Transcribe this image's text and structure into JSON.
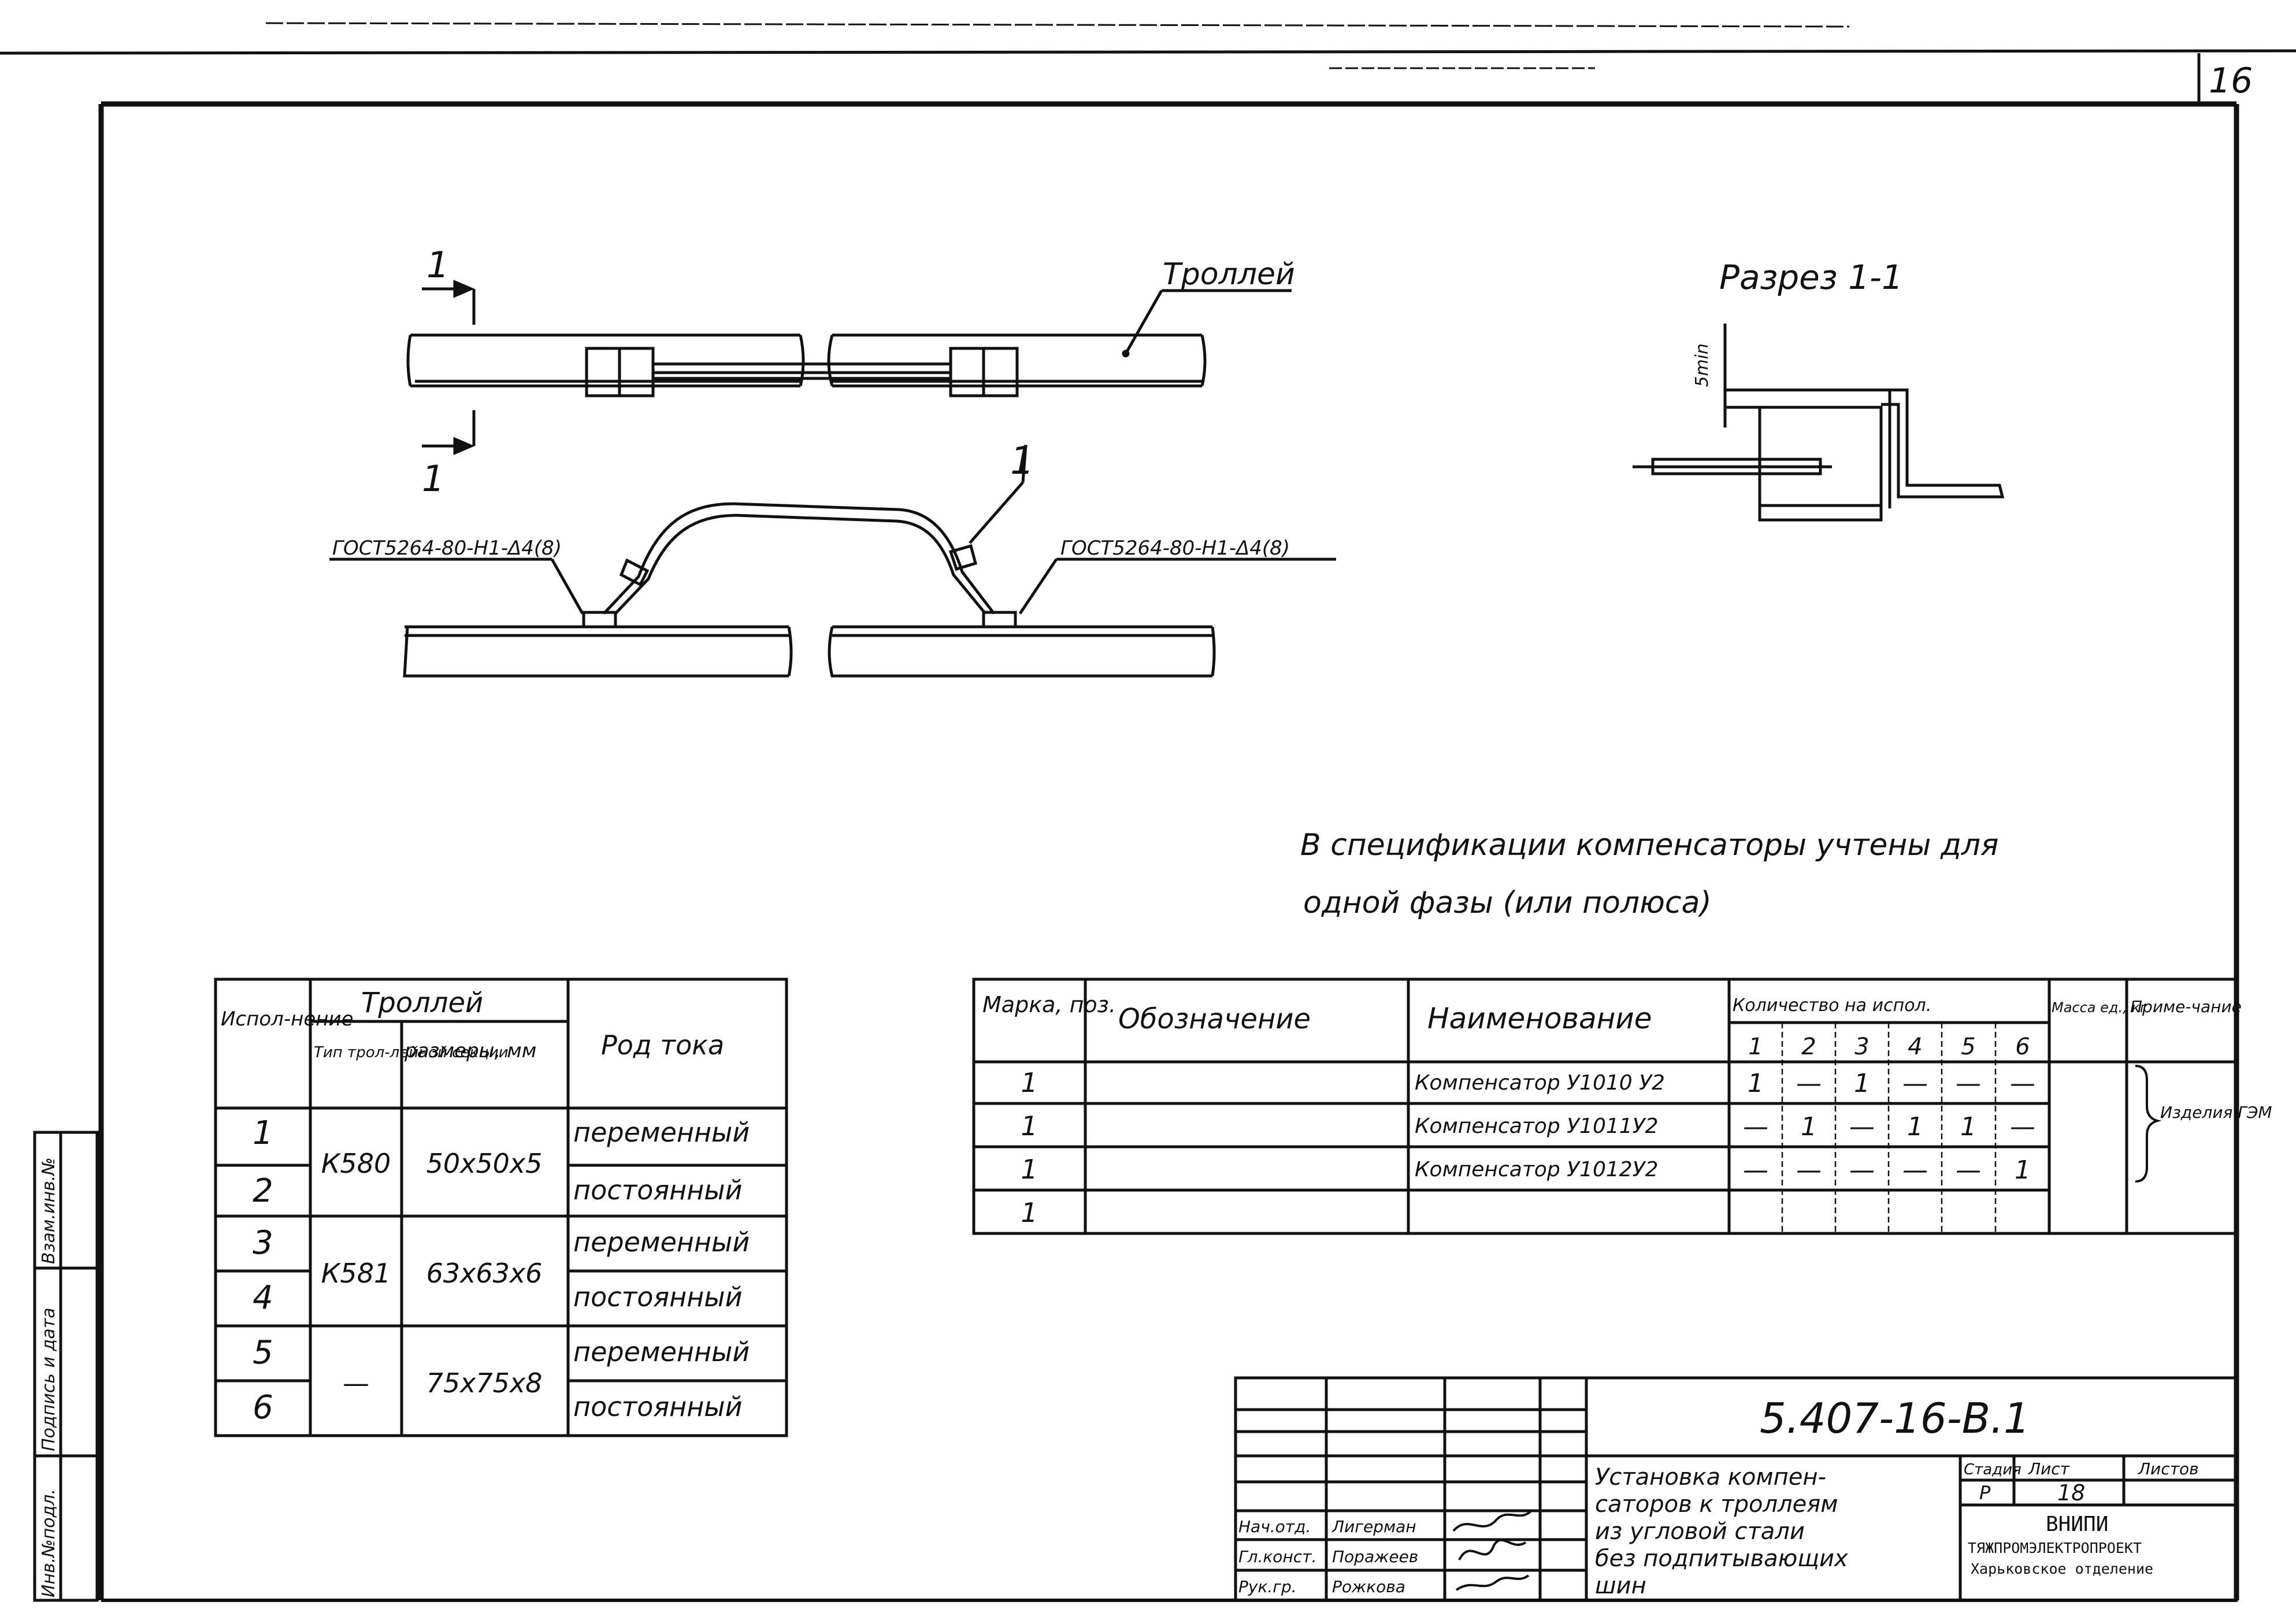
{
  "sheet": {
    "corner_number": "16",
    "side_stamp": [
      "Инв.№подл.",
      "Подпись и дата",
      "Взам.инв.№"
    ]
  },
  "drawing": {
    "trolley_label": "Троллей",
    "section_mark": "1",
    "section_mark_bottom": "1",
    "weld_left": "ГОСТ5264-80-Н1-Δ4(8)",
    "weld_right": "ГОСТ5264-80-Н1-Δ4(8)",
    "position_mark": "1",
    "section_title": "Разрез 1-1",
    "gap_label": "5min"
  },
  "note": {
    "line1": "В спецификации компенсаторы учтены для",
    "line2": "одной фазы (или полюса)"
  },
  "left_table": {
    "headers": {
      "ispolnenie": "Испол-нение",
      "trolley": "Троллей",
      "tip": "Тип трол-лейной секции",
      "razmery": "размеры, мм",
      "rod_toka": "Род тока"
    },
    "rows": [
      {
        "num": "1",
        "tip": "К580",
        "razmer": "50х50х5",
        "rod": "переменный"
      },
      {
        "num": "2",
        "tip": "",
        "razmer": "",
        "rod": "постоянный"
      },
      {
        "num": "3",
        "tip": "К581",
        "razmer": "63х63х6",
        "rod": "переменный"
      },
      {
        "num": "4",
        "tip": "",
        "razmer": "",
        "rod": "постоянный"
      },
      {
        "num": "5",
        "tip": "—",
        "razmer": "75х75х8",
        "rod": "переменный"
      },
      {
        "num": "6",
        "tip": "",
        "razmer": "",
        "rod": "постоянный"
      }
    ]
  },
  "spec_table": {
    "headers": {
      "marka": "Марка, поз.",
      "oboznachenie": "Обозначение",
      "naimenovanie": "Наименование",
      "kolichestvo": "Количество на испол.",
      "massa": "Масса ед., кг",
      "primechanie": "Приме-чание",
      "cols": [
        "1",
        "2",
        "3",
        "4",
        "5",
        "6"
      ]
    },
    "rows": [
      {
        "marka": "1",
        "name": "Компенсатор У1010 У2",
        "q": [
          "1",
          "—",
          "1",
          "—",
          "—",
          "—"
        ]
      },
      {
        "marka": "1",
        "name": "Компенсатор У1011У2",
        "q": [
          "—",
          "1",
          "—",
          "1",
          "1",
          "—"
        ]
      },
      {
        "marka": "1",
        "name": "Компенсатор У1012У2",
        "q": [
          "—",
          "—",
          "—",
          "—",
          "—",
          "1"
        ]
      },
      {
        "marka": "1",
        "name": "",
        "q": [
          "",
          "",
          "",
          "",
          "",
          ""
        ]
      }
    ],
    "note": "Изделия ГЭМ"
  },
  "title_block": {
    "code": "5.407-16-В.1",
    "title": [
      "Установка компен-",
      "саторов к троллеям",
      "из угловой стали",
      "без подпитывающих",
      "шин"
    ],
    "stadia_label": "Стадия",
    "list_label": "Лист",
    "listov_label": "Листов",
    "stadia": "Р",
    "list": "18",
    "org": [
      "ВНИПИ",
      "ТЯЖПРОМЭЛЕКТРОПРОЕКТ",
      "Харьковское отделение"
    ],
    "roles": [
      "Нач.отд.",
      "Гл.конст.",
      "Рук.гр."
    ],
    "names": [
      "Лигерман",
      "Поражеев",
      "Рожкова"
    ]
  }
}
